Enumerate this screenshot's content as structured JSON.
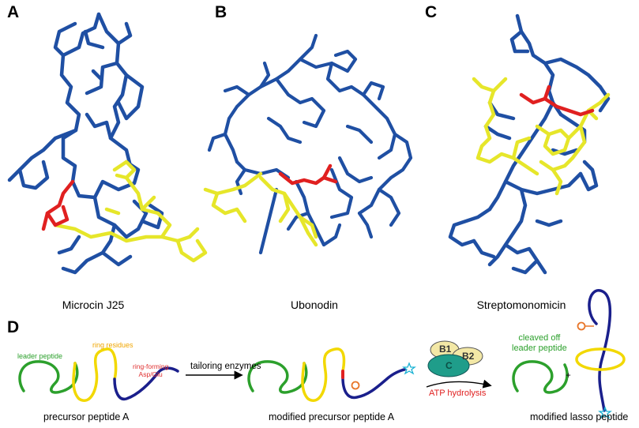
{
  "panels": {
    "a": {
      "letter": "A",
      "name": "Microcin J25"
    },
    "b": {
      "letter": "B",
      "name": "Ubonodin"
    },
    "c": {
      "letter": "C",
      "name": "Streptomonomicin"
    },
    "d": {
      "letter": "D"
    }
  },
  "scheme": {
    "leader_peptide": "leader peptide",
    "ring_residues": "ring residues",
    "ring_forming_line1": "ring-forming",
    "ring_forming_line2": "Asp/Glu",
    "tailoring_enzymes": "tailoring enzymes",
    "precursor_caption": "precursor peptide A",
    "modified_precursor_caption": "modified precursor peptide A",
    "atp_hydrolysis": "ATP hydrolysis",
    "enzyme_b1": "B1",
    "enzyme_b2": "B2",
    "enzyme_c": "C",
    "cleaved_line1": "cleaved off",
    "cleaved_line2": "leader peptide",
    "plus": "+",
    "lasso_caption": "modified lasso peptide"
  },
  "colors": {
    "blue_peptide": "#1f4fa3",
    "yellow_ring": "#e6e62a",
    "red_isopeptide": "#e02020",
    "leader_green": "#2ca02c",
    "ring_yellow": "#f2d800",
    "tail_navy": "#1a1f8c",
    "enzyme_b": "#f3e8a6",
    "enzyme_c": "#1f9d8a"
  }
}
